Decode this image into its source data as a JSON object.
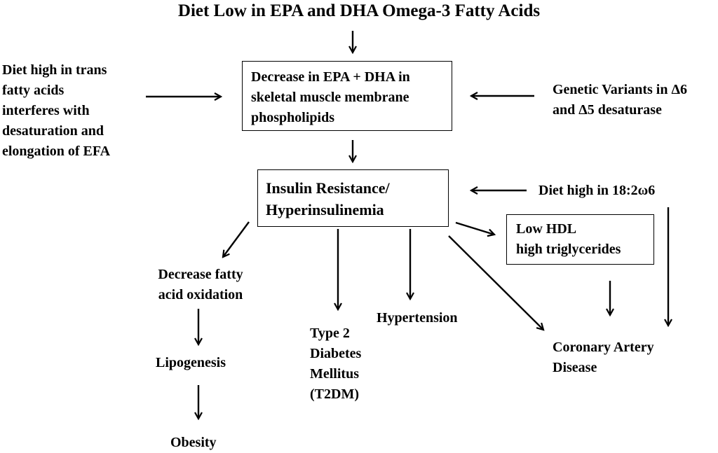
{
  "title": "Diet Low in EPA and DHA Omega-3 Fatty Acids",
  "nodes": {
    "membrane": [
      "Decrease in EPA + DHA in",
      "skeletal muscle membrane",
      "phospholipids"
    ],
    "trans": [
      "Diet high in trans",
      "fatty acids",
      "interferes with",
      "desaturation and",
      "elongation of EFA"
    ],
    "genetic": [
      "Genetic Variants in Δ6",
      "and Δ5 desaturase"
    ],
    "insulin": [
      "Insulin Resistance/",
      "Hyperinsulinemia"
    ],
    "diet_linoleic": "Diet high in 18:2ω6",
    "hdl": [
      "Low HDL",
      "high triglycerides"
    ],
    "fatty_acid": [
      "Decrease fatty",
      "acid oxidation"
    ],
    "lipogenesis": "Lipogenesis",
    "obesity": "Obesity",
    "t2dm": [
      "Type 2",
      "Diabetes",
      "Mellitus",
      "(T2DM)"
    ],
    "hypertension": "Hypertension",
    "cad": [
      "Coronary Artery",
      "Disease"
    ]
  }
}
